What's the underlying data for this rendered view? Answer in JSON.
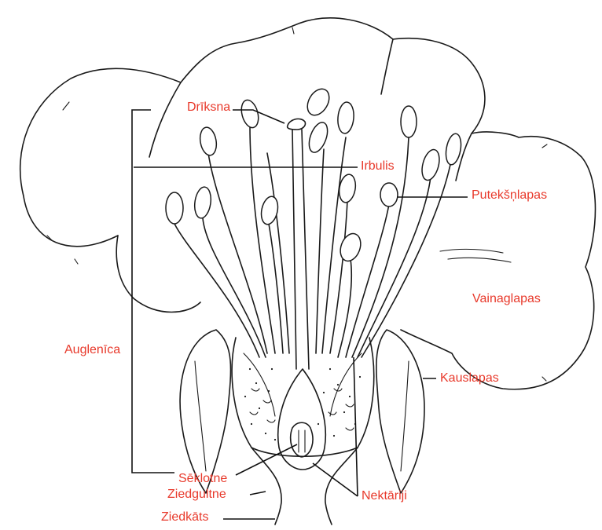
{
  "colors": {
    "label": "#e8392b",
    "ink": "#1a1a1a",
    "background": "#ffffff"
  },
  "labels": {
    "driksna": "Drīksna",
    "irbulis": "Irbulis",
    "puteksnlapas": "Putekšņlapas",
    "vainaglapas": "Vainaglapas",
    "auglenica": "Auglenīca",
    "kauslapas": "Kauslapas",
    "seklotne": "Sēklotne",
    "ziedgultne": "Ziedgultne",
    "nektariji": "Nektāriji",
    "ziedkats": "Ziedkāts"
  }
}
